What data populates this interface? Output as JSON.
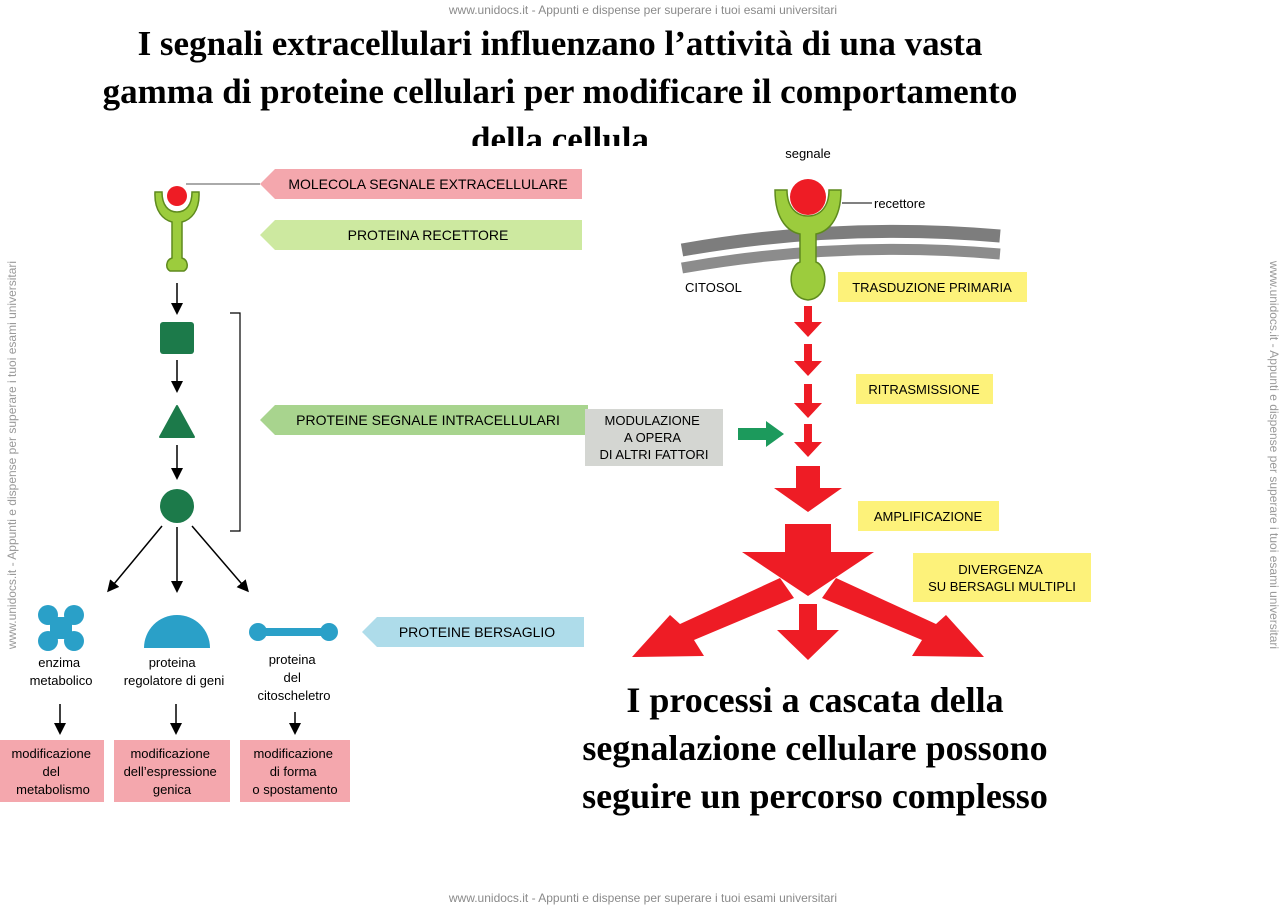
{
  "watermark": {
    "top": "www.unidocs.it - Appunti e dispense per superare i tuoi esami universitari",
    "bottom": "www.unidocs.it - Appunti e dispense per superare i tuoi esami universitari",
    "side": "www.unidocs.it - Appunti e dispense per superare i tuoi esami universitari"
  },
  "title_lines": [
    "I segnali extracellulari influenzano l’attività di una vasta",
    "gamma di proteine cellulari per modificare il comportamento",
    "della cellula"
  ],
  "subtitle_lines": [
    "I processi a cascata della",
    "segnalazione cellulare possono",
    "seguire un percorso complesso"
  ],
  "left_labels": {
    "molecola": "MOLECOLA SEGNALE EXTRACELLULARE",
    "recettore": "PROTEINA RECETTORE",
    "intracellulari": "PROTEINE SEGNALE INTRACELLULARI",
    "bersaglio": "PROTEINE BERSAGLIO"
  },
  "modulazione": [
    "MODULAZIONE",
    "A OPERA",
    "DI ALTRI FATTORI"
  ],
  "targets": [
    {
      "name": [
        "enzima",
        "metabolico"
      ],
      "effect": [
        "modificazione",
        "del",
        "metabolismo"
      ]
    },
    {
      "name": [
        "proteina",
        "regolatore di geni"
      ],
      "effect": [
        "modificazione",
        "dell’espressione",
        "genica"
      ]
    },
    {
      "name": [
        "proteina",
        "del",
        "citoscheletro"
      ],
      "effect": [
        "modificazione",
        "di forma",
        "o spostamento"
      ]
    }
  ],
  "right_labels": {
    "segnale": "segnale",
    "recettore": "recettore",
    "citosol": "CITOSOL",
    "trasduzione": "TRASDUZIONE PRIMARIA",
    "ritrasmissione": "RITRASMISSIONE",
    "amplificazione": "AMPLIFICAZIONE",
    "divergenza": [
      "DIVERGENZA",
      "SU BERSAGLI MULTIPLI"
    ]
  },
  "colors": {
    "pink": "#f4a7ad",
    "lightgreen": "#cde9a0",
    "midgreen": "#a8d48e",
    "lightblue": "#aedcea",
    "yellow": "#fdf27a",
    "gray": "#d4d6d2",
    "darkgreen": "#1c7a4a",
    "receptorgreen": "#9ccc3d",
    "blue": "#2aa0c8",
    "red": "#ee1c25",
    "membrane": "#7d7d7d"
  }
}
